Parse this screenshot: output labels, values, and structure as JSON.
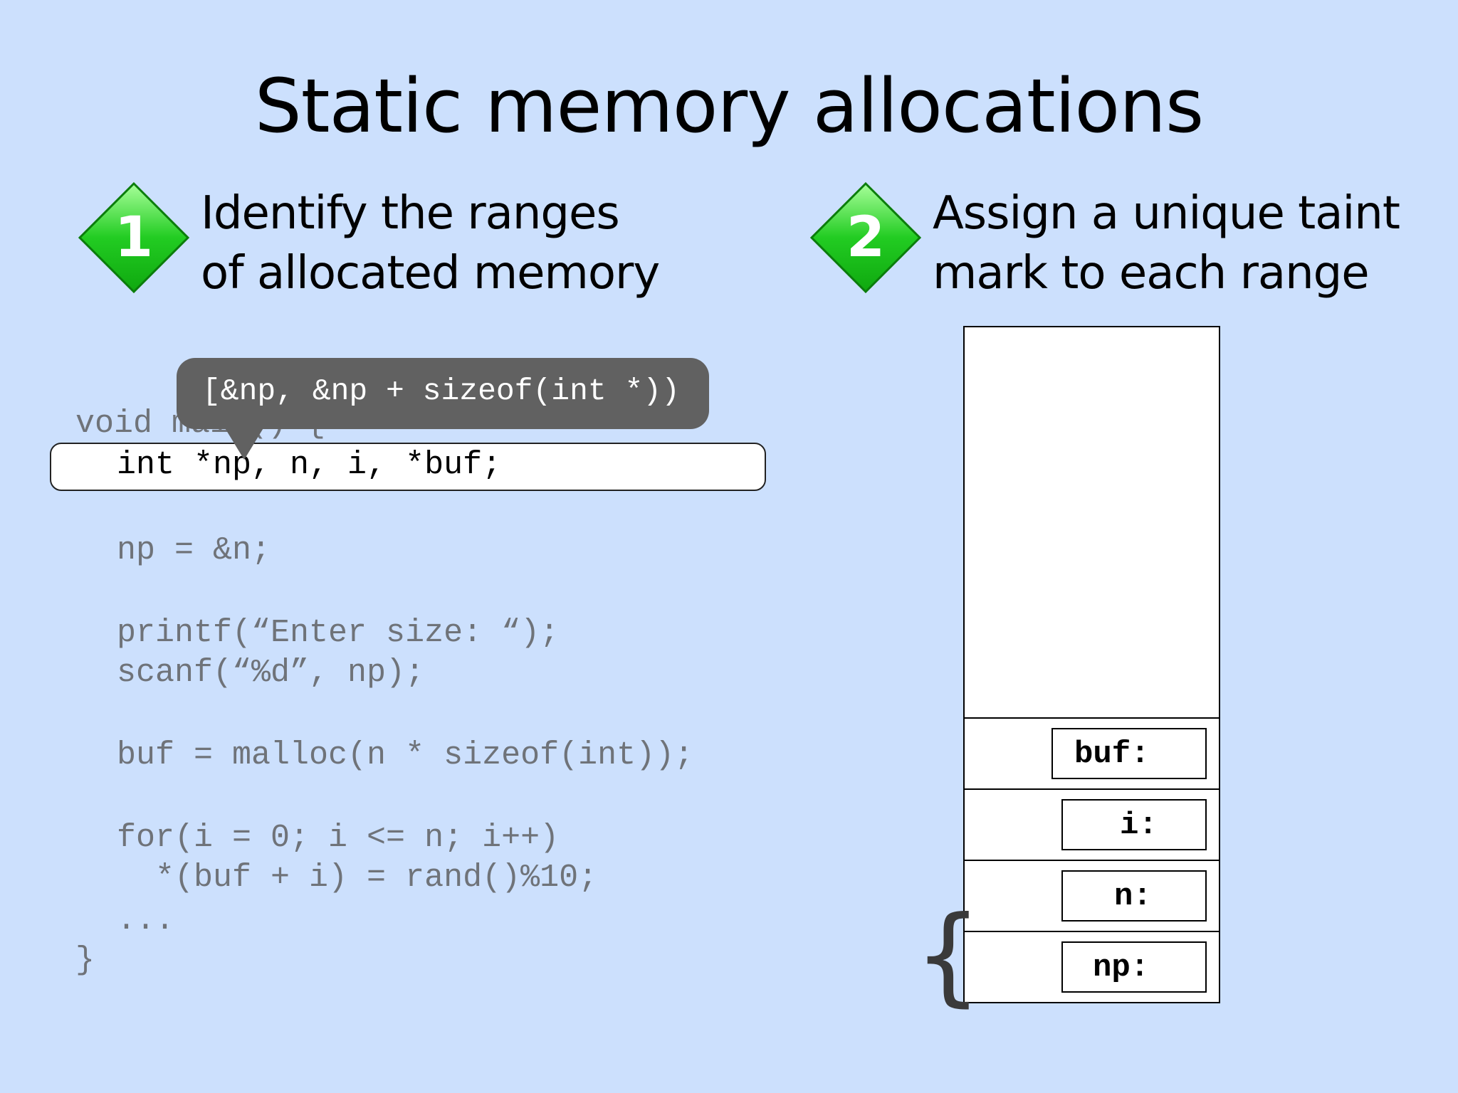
{
  "slide": {
    "title": "Static memory allocations"
  },
  "steps": [
    {
      "number": "1",
      "lines": [
        "Identify the ranges",
        "of allocated memory"
      ],
      "icon": "green-diamond-1-icon",
      "color": "#22cc22"
    },
    {
      "number": "2",
      "lines": [
        "Assign a unique taint",
        "mark to each range"
      ],
      "icon": "green-diamond-2-icon",
      "color": "#22cc22"
    }
  ],
  "code": {
    "lines": [
      "void main() {",
      "",
      "np = &n;",
      "printf(“Enter size: “);",
      "scanf(“%d”, np);",
      "buf = malloc(n * sizeof(int));",
      "for(i = 0; i <= n; i++)",
      "  *(buf + i) = rand()%10;",
      "...",
      "}"
    ],
    "highlighted_line": "int *np, n, i, *buf;"
  },
  "tooltip": {
    "text": "[&np, &np + sizeof(int *))"
  },
  "memory": {
    "slots": [
      "buf:",
      "i:",
      "n:",
      "np:"
    ],
    "brace": "{"
  }
}
